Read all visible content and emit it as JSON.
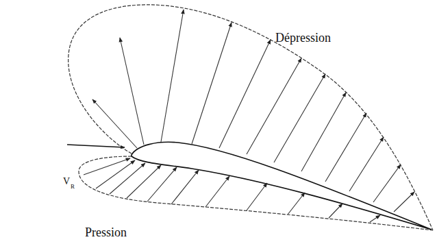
{
  "diagram": {
    "labels": [
      "Dépression",
      "V",
      "R",
      "Pression"
    ]
  }
}
